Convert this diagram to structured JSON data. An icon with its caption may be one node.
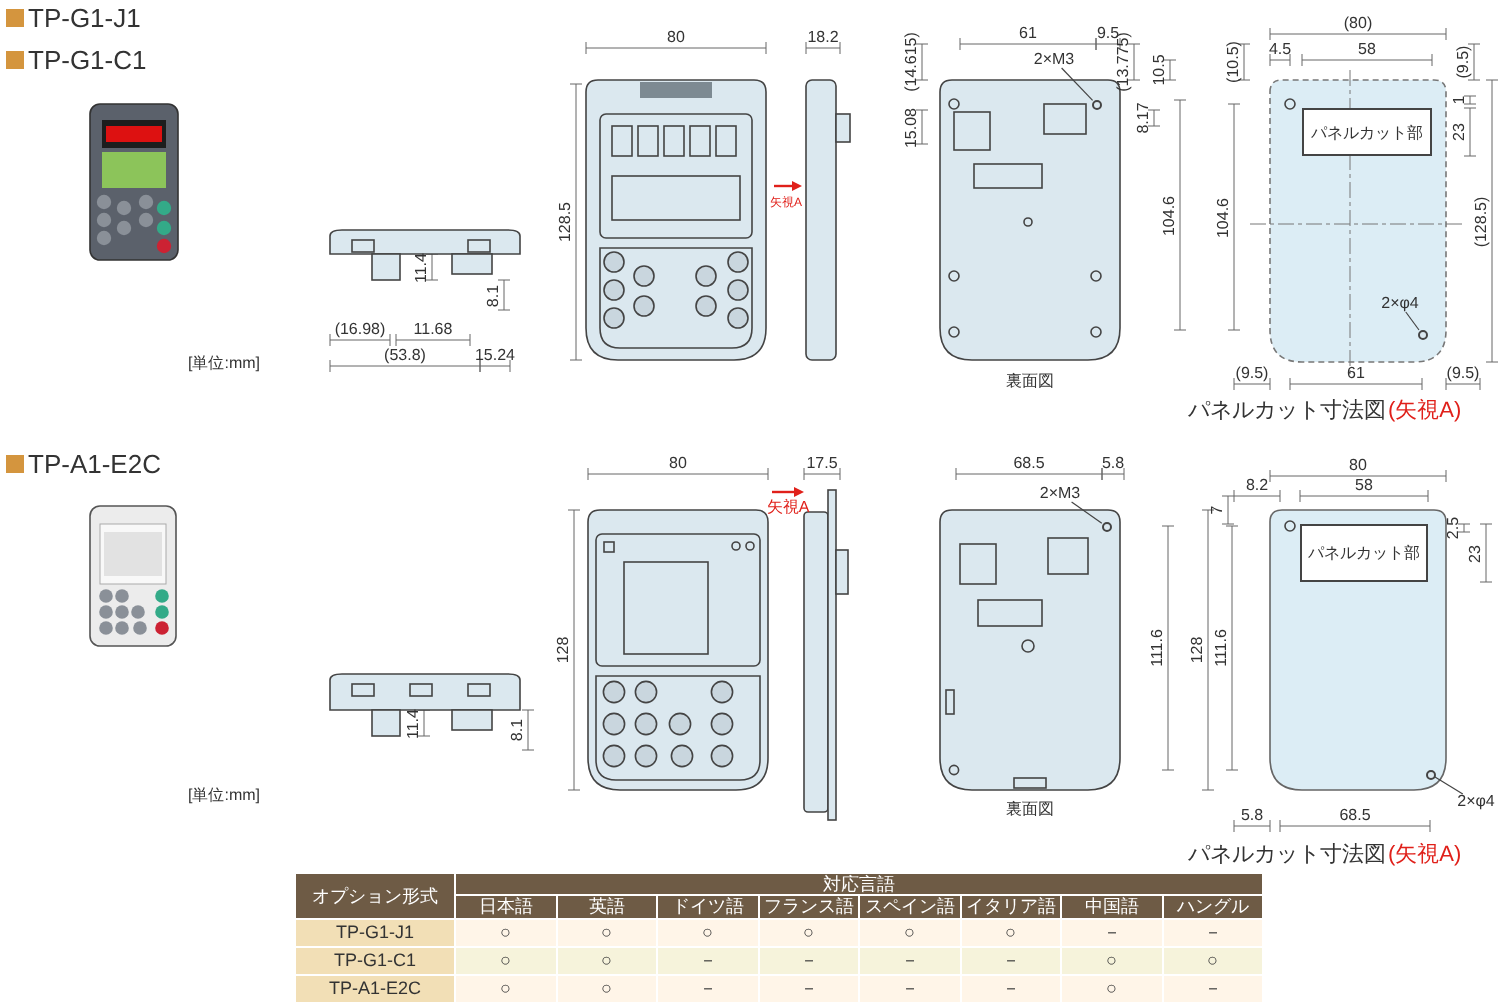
{
  "diagram": {
    "nodes": [
      {
        "text": [
          "パネルカット部"
        ]
      },
      {
        "text": [
          "パネルカット部"
        ]
      },
      {
        "text": [
          "2×M3"
        ]
      },
      {
        "text": [],
        "shape": "circle"
      },
      {
        "text": [
          "2×φ4"
        ]
      },
      {
        "text": [],
        "shape": "circle"
      },
      {
        "text": [
          "2×M3"
        ]
      },
      {
        "text": [],
        "shape": "circle"
      },
      {
        "text": [
          "2×φ4"
        ]
      },
      {
        "text": [],
        "shape": "circle"
      }
    ],
    "edges": [
      {
        "from": 2,
        "to": 3,
        "arrow": "none"
      },
      {
        "from": 4,
        "to": 5,
        "arrow": "none"
      },
      {
        "from": 6,
        "to": 7,
        "arrow": "none"
      },
      {
        "from": 8,
        "to": 9,
        "arrow": "none"
      }
    ],
    "labels": [
      "TP-G1-J1",
      "TP-G1-C1",
      "[単位:mm]",
      "11.4",
      "8.1",
      "(16.98)",
      "11.68",
      "(53.8)",
      "15.24",
      "80",
      "128.5",
      "矢視A",
      "18.2",
      "61",
      "9.5",
      "(14.615)",
      "(13.775)",
      "10.5",
      "15.08",
      "8.17",
      "104.6",
      "裏面図",
      "(80)",
      "4.5",
      "58",
      "(10.5)",
      "(9.5)",
      "1",
      "23",
      "104.6",
      "(128.5)",
      "(9.5)",
      "61",
      "(9.5)",
      "パネルカット寸法図",
      "(矢視A)",
      "TP-A1-E2C",
      "[単位:mm]",
      "11.4",
      "8.1",
      "80",
      "128",
      "矢視A",
      "17.5",
      "68.5",
      "5.8",
      "111.6",
      "裏面図",
      "80",
      "8.2",
      "58",
      "7",
      "2.5",
      "23",
      "128",
      "111.6",
      "5.8",
      "68.5",
      "パネルカット寸法図",
      "(矢視A)",
      "オプション形式",
      "対応言語",
      "日本語",
      "英語",
      "ドイツ語",
      "フランス語",
      "スペイン語",
      "イタリア語",
      "中国語",
      "ハングル",
      "TP-G1-J1",
      "○",
      "○",
      "○",
      "○",
      "○",
      "○",
      "－",
      "－",
      "TP-G1-C1",
      "○",
      "○",
      "－",
      "－",
      "－",
      "－",
      "○",
      "○",
      "TP-A1-E2C",
      "○",
      "○",
      "－",
      "－",
      "－",
      "－",
      "○",
      "－"
    ]
  }
}
